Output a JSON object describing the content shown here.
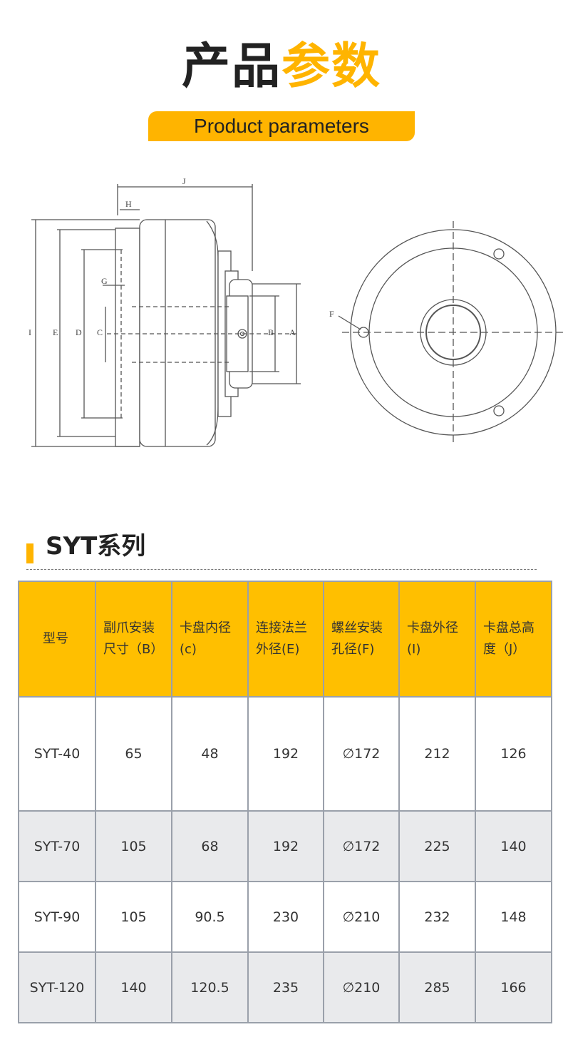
{
  "header": {
    "title_part1": "产品",
    "title_part2": "参数",
    "subtitle": "Product parameters"
  },
  "drawing": {
    "labels": [
      "J",
      "H",
      "G",
      "I",
      "E",
      "D",
      "C",
      "B",
      "A",
      "F"
    ]
  },
  "section": {
    "title": "SYT系列"
  },
  "table": {
    "headers": [
      [
        "型号"
      ],
      [
        "副爪安装",
        "尺寸（B）"
      ],
      [
        "卡盘内径",
        "(c)"
      ],
      [
        "连接法兰",
        "外径(E)"
      ],
      [
        "螺丝安装",
        "孔径(F)"
      ],
      [
        "卡盘外径",
        "(I)"
      ],
      [
        "卡盘总高",
        "度（J）"
      ]
    ],
    "rows": [
      [
        "SYT-40",
        "65",
        "48",
        "192",
        "∅172",
        "212",
        "126"
      ],
      [
        "SYT-70",
        "105",
        "68",
        "192",
        "∅172",
        "225",
        "140"
      ],
      [
        "SYT-90",
        "105",
        "90.5",
        "230",
        "∅210",
        "232",
        "148"
      ],
      [
        "SYT-120",
        "140",
        "120.5",
        "235",
        "∅210",
        "285",
        "166"
      ]
    ]
  },
  "colors": {
    "accent": "#FFB400",
    "header_fill": "#FFBF00",
    "row_alt": "#e9eaec",
    "border": "#9aa0aa"
  }
}
